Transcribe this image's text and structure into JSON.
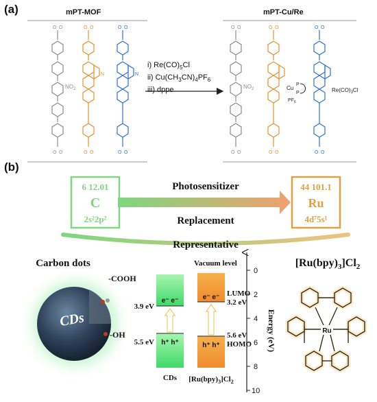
{
  "panel_a": {
    "label": "(a)",
    "left_title": "mPT-MOF",
    "right_title": "mPT-Cu/Re",
    "nitro": "NO",
    "nitro_sub": "2",
    "pyridine_n": "N",
    "steps": {
      "s1_pre": "i) Re(CO)",
      "s1_sub": "5",
      "s1_post": "Cl",
      "s2_pre": "ii) Cu(CH",
      "s2_sub1": "3",
      "s2_mid": "CN)",
      "s2_sub2": "4",
      "s2_post": "PF",
      "s2_sub3": "6",
      "s3": "iii) dppe"
    },
    "cu_label": "Cu",
    "p_label": "P",
    "pf6_pre": "PF",
    "pf6_sub": "6",
    "re_pre": "Re(CO)",
    "re_sub": "3",
    "re_post": "Cl",
    "colors": {
      "gray": "#8c8c8c",
      "orange": "#e8902a",
      "blue": "#2f6fd8"
    }
  },
  "panel_b": {
    "label": "(b)",
    "carbon": {
      "num_mass": "6 12.01",
      "symbol": "C",
      "config": "2s²2p²",
      "color": "#7ed67e"
    },
    "ruthenium": {
      "num_mass": "44 101.1",
      "symbol": "Ru",
      "config": "4d⁷5s¹",
      "color": "#e0a040"
    },
    "arrow_top": "Photosensitizer",
    "arrow_bottom": "Replacement",
    "representative": "Representative",
    "carbon_dots_title": "Carbon dots",
    "cds_label": "CDs",
    "cooh": "-COOH",
    "oh": "-OH",
    "ru_complex_pre": "[Ru(bpy)",
    "ru_complex_sub": "3",
    "ru_complex_post": "]Cl",
    "ru_complex_sub2": "2",
    "ru_center": "Ru",
    "energy": {
      "vacuum_level": "Vacuum level",
      "axis_label": "Energy (eV)",
      "ticks": [
        "0",
        "2",
        "4",
        "6",
        "8",
        "10"
      ],
      "cds_lumo": "3.9 eV",
      "cds_homo": "5.5 eV",
      "ru_lumo_label": "LUMO",
      "ru_lumo": "3.2 eV",
      "ru_homo_label": "HOMO",
      "ru_homo": "5.6 eV",
      "electrons": "e⁻ e⁻",
      "holes": "h⁺ h⁺",
      "cds_bar_label": "CDs",
      "ru_bar_label_pre": "[Ru(bpy)",
      "ru_bar_label_sub": "3",
      "ru_bar_label_post": "]Cl",
      "ru_bar_label_sub2": "2",
      "green": "#5fe07a",
      "orange": "#f09a3a"
    }
  }
}
